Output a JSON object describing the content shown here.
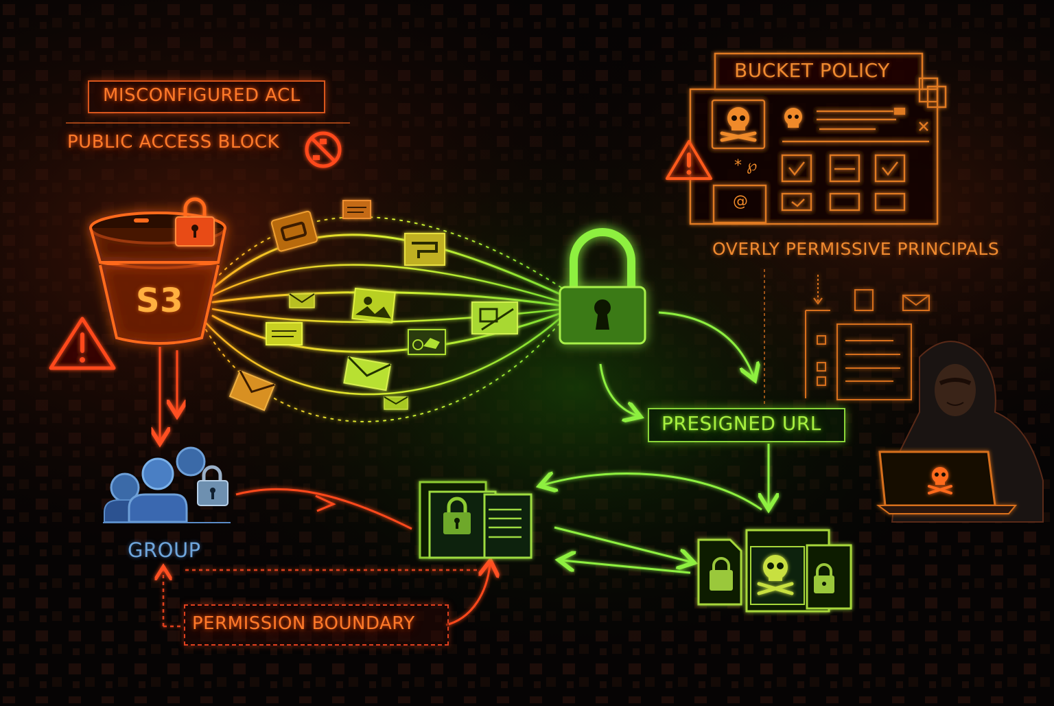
{
  "labels": {
    "misconfigured_acl": "MISCONFIGURED ACL",
    "public_access_block": "PUBLIC ACCESS BLOCK",
    "bucket_policy": "BUCKET POLICY",
    "overly_permissive_principals": "OVERLY PERMISSIVE PRINCIPALS",
    "presigned_url": "PRESIGNED URL",
    "group": "GROUP",
    "permission_boundary": "PERMISSION BOUNDARY",
    "s3": "S3"
  },
  "icons": {
    "bucket": "s3-bucket-icon",
    "bucket_lock": "padlock-icon",
    "warning_left": "warning-triangle-icon",
    "warning_right": "warning-triangle-icon",
    "blocked": "no-access-icon",
    "central_lock": "padlock-icon",
    "group_users": "users-group-icon",
    "group_lock": "padlock-icon",
    "locked_folder": "locked-folder-icon",
    "compromised_folders": "compromised-folder-icon",
    "hacker": "hooded-attacker-icon",
    "laptop_skull": "skull-crossbones-icon",
    "policy_skull": "skull-crossbones-icon"
  },
  "colors": {
    "background": "#060404",
    "danger_orange": "#ff6a1f",
    "danger_red": "#e0401e",
    "safe_green": "#9be83a",
    "group_blue": "#4a7fc4",
    "amber": "#e88a2c"
  }
}
